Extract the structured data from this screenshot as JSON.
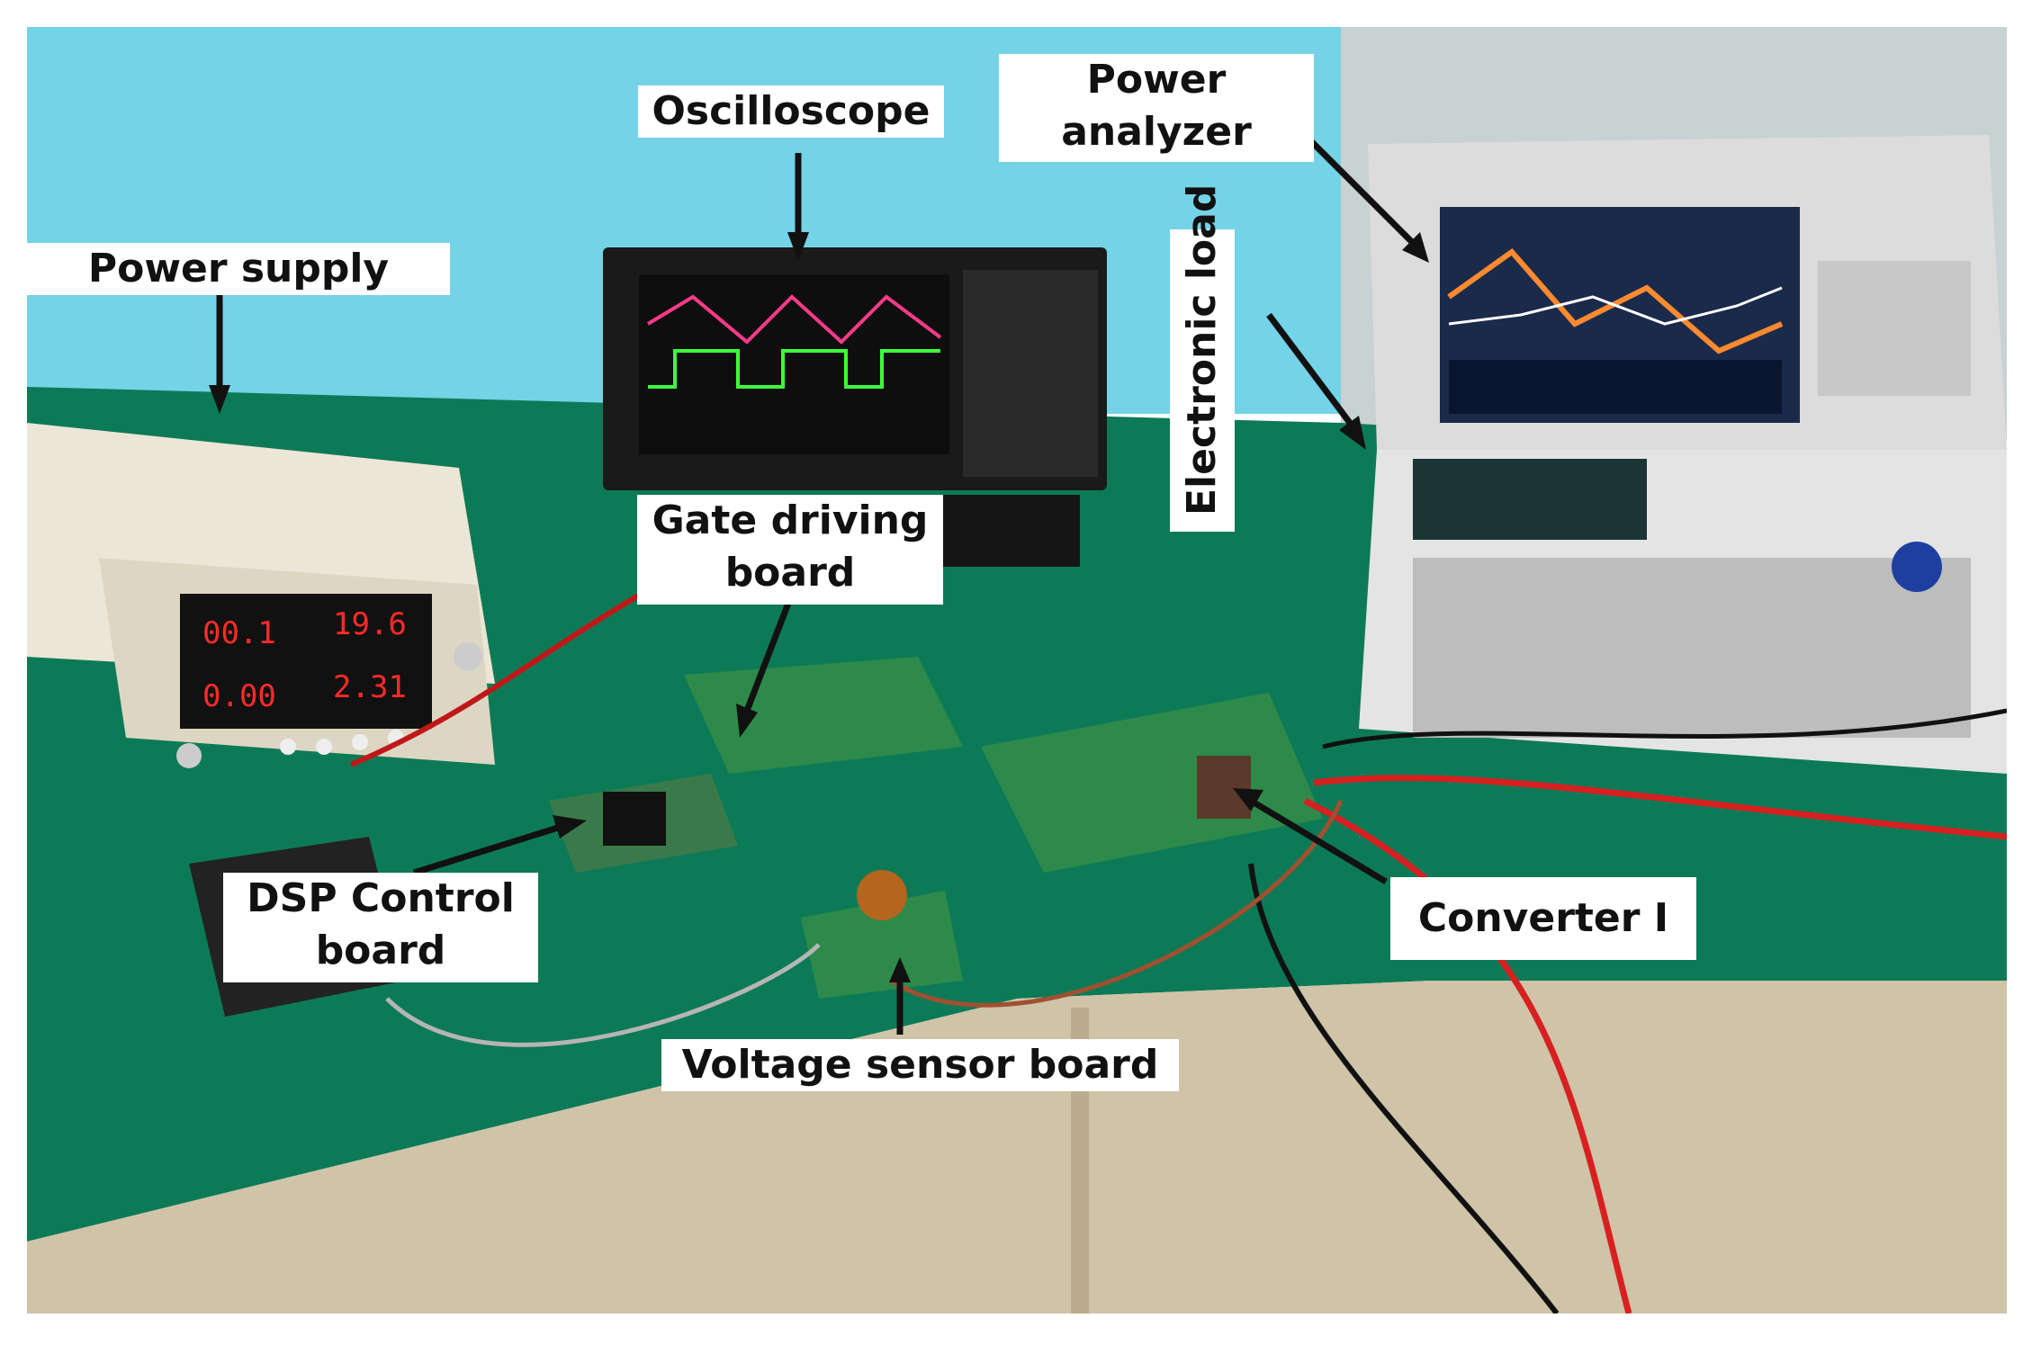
{
  "labels": {
    "oscilloscope": "Oscilloscope",
    "power_analyzer_line1": "Power",
    "power_analyzer_line2": "analyzer",
    "power_supply": "Power supply",
    "electronic_load_line1": "Electronic",
    "electronic_load_line2": "load",
    "gate_driving_board_line1": "Gate driving",
    "gate_driving_board_line2": "board",
    "dsp_control_board_line1": "DSP Control",
    "dsp_control_board_line2": "board",
    "converter": "Converter I",
    "voltage_sensor_board": "Voltage sensor board"
  },
  "power_supply_display": {
    "row1_left": "00.1",
    "row1_right": "19.6",
    "row2_left": "0.00",
    "row2_right": "2.31"
  },
  "colors": {
    "wall": "#74d3e6",
    "bench": "#0d7a57",
    "arrow": "#111111",
    "display_digits": "#ff2a2a",
    "scope_triangle_wave": "#ff3a8c",
    "scope_square_wave": "#3cff3c"
  }
}
